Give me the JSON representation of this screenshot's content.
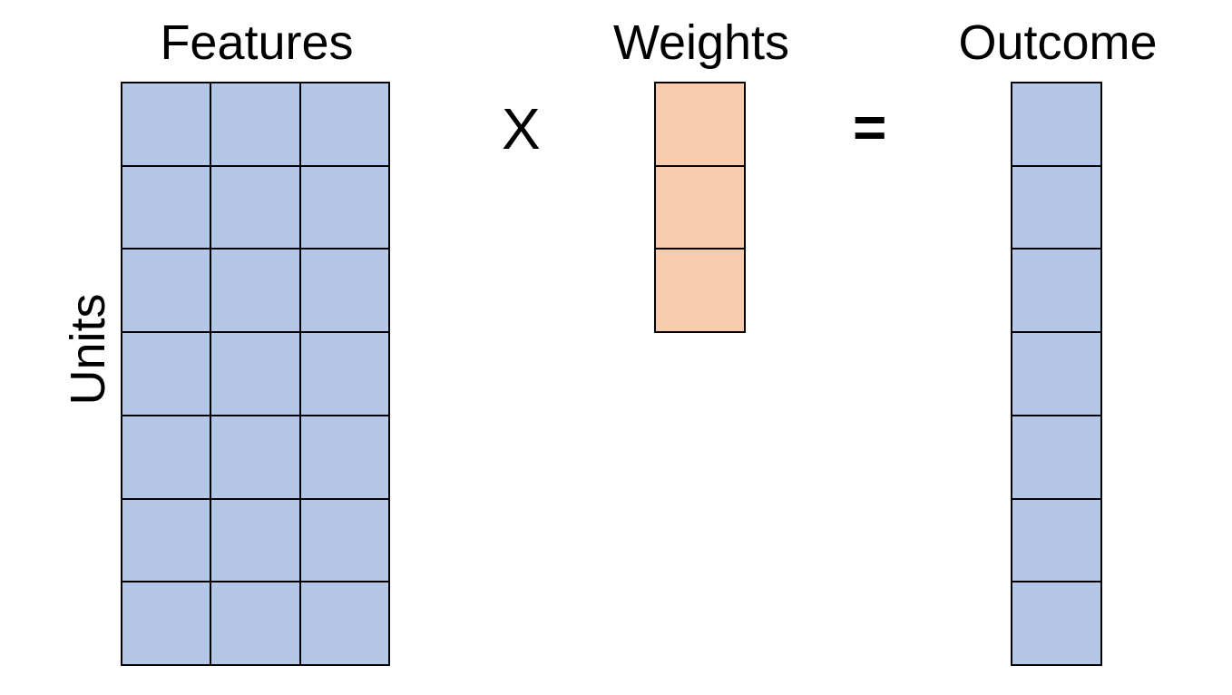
{
  "labels": {
    "features": "Features",
    "weights": "Weights",
    "outcome": "Outcome",
    "units": "Units"
  },
  "operators": {
    "times": "X",
    "equals": "="
  },
  "matrices": {
    "features": {
      "rows": 7,
      "cols": 3,
      "color": "#b4c7e7"
    },
    "weights": {
      "rows": 3,
      "cols": 1,
      "color": "#f8cbad"
    },
    "outcome": {
      "rows": 7,
      "cols": 1,
      "color": "#b4c7e7"
    }
  }
}
